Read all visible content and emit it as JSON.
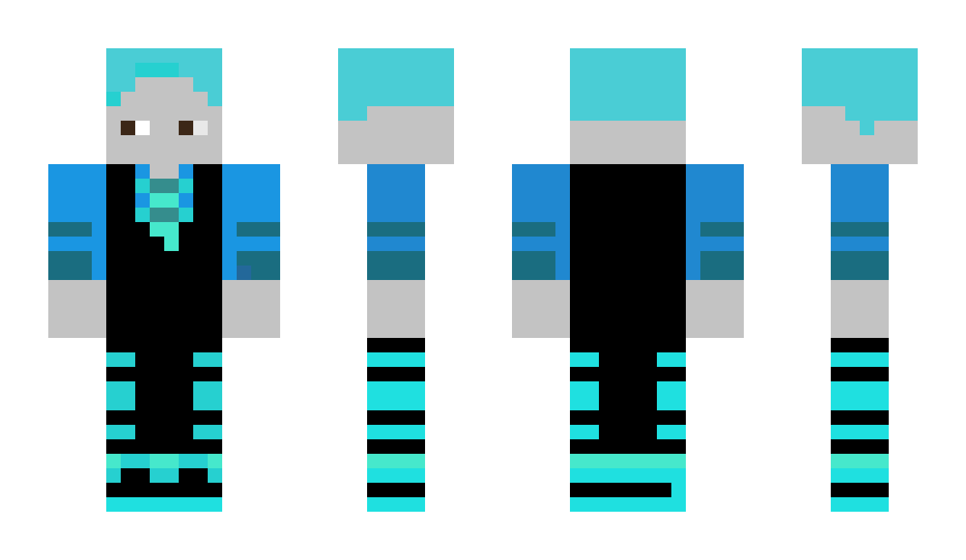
{
  "palette": {
    "hair": "#4acdd5",
    "hair_light": "#26d0d0",
    "skin": "#c3c3c3",
    "eye_dark": "#3c2717",
    "eye_white": "#ffffff",
    "eye_white_dim": "#e8e8e8",
    "sleeve_blue_front": "#1a96e2",
    "sleeve_blue_side": "#2088d0",
    "sleeve_dark": "#1a6d80",
    "patch": "#23689a",
    "shirt_black": "#000000",
    "tie_dark": "#358d8d",
    "tie_mint": "#46e8cc",
    "leg_teal": "#26d0d0",
    "leg_cyan": "#1fe0e0"
  },
  "views": [
    "front",
    "left-side",
    "back",
    "right-side"
  ]
}
